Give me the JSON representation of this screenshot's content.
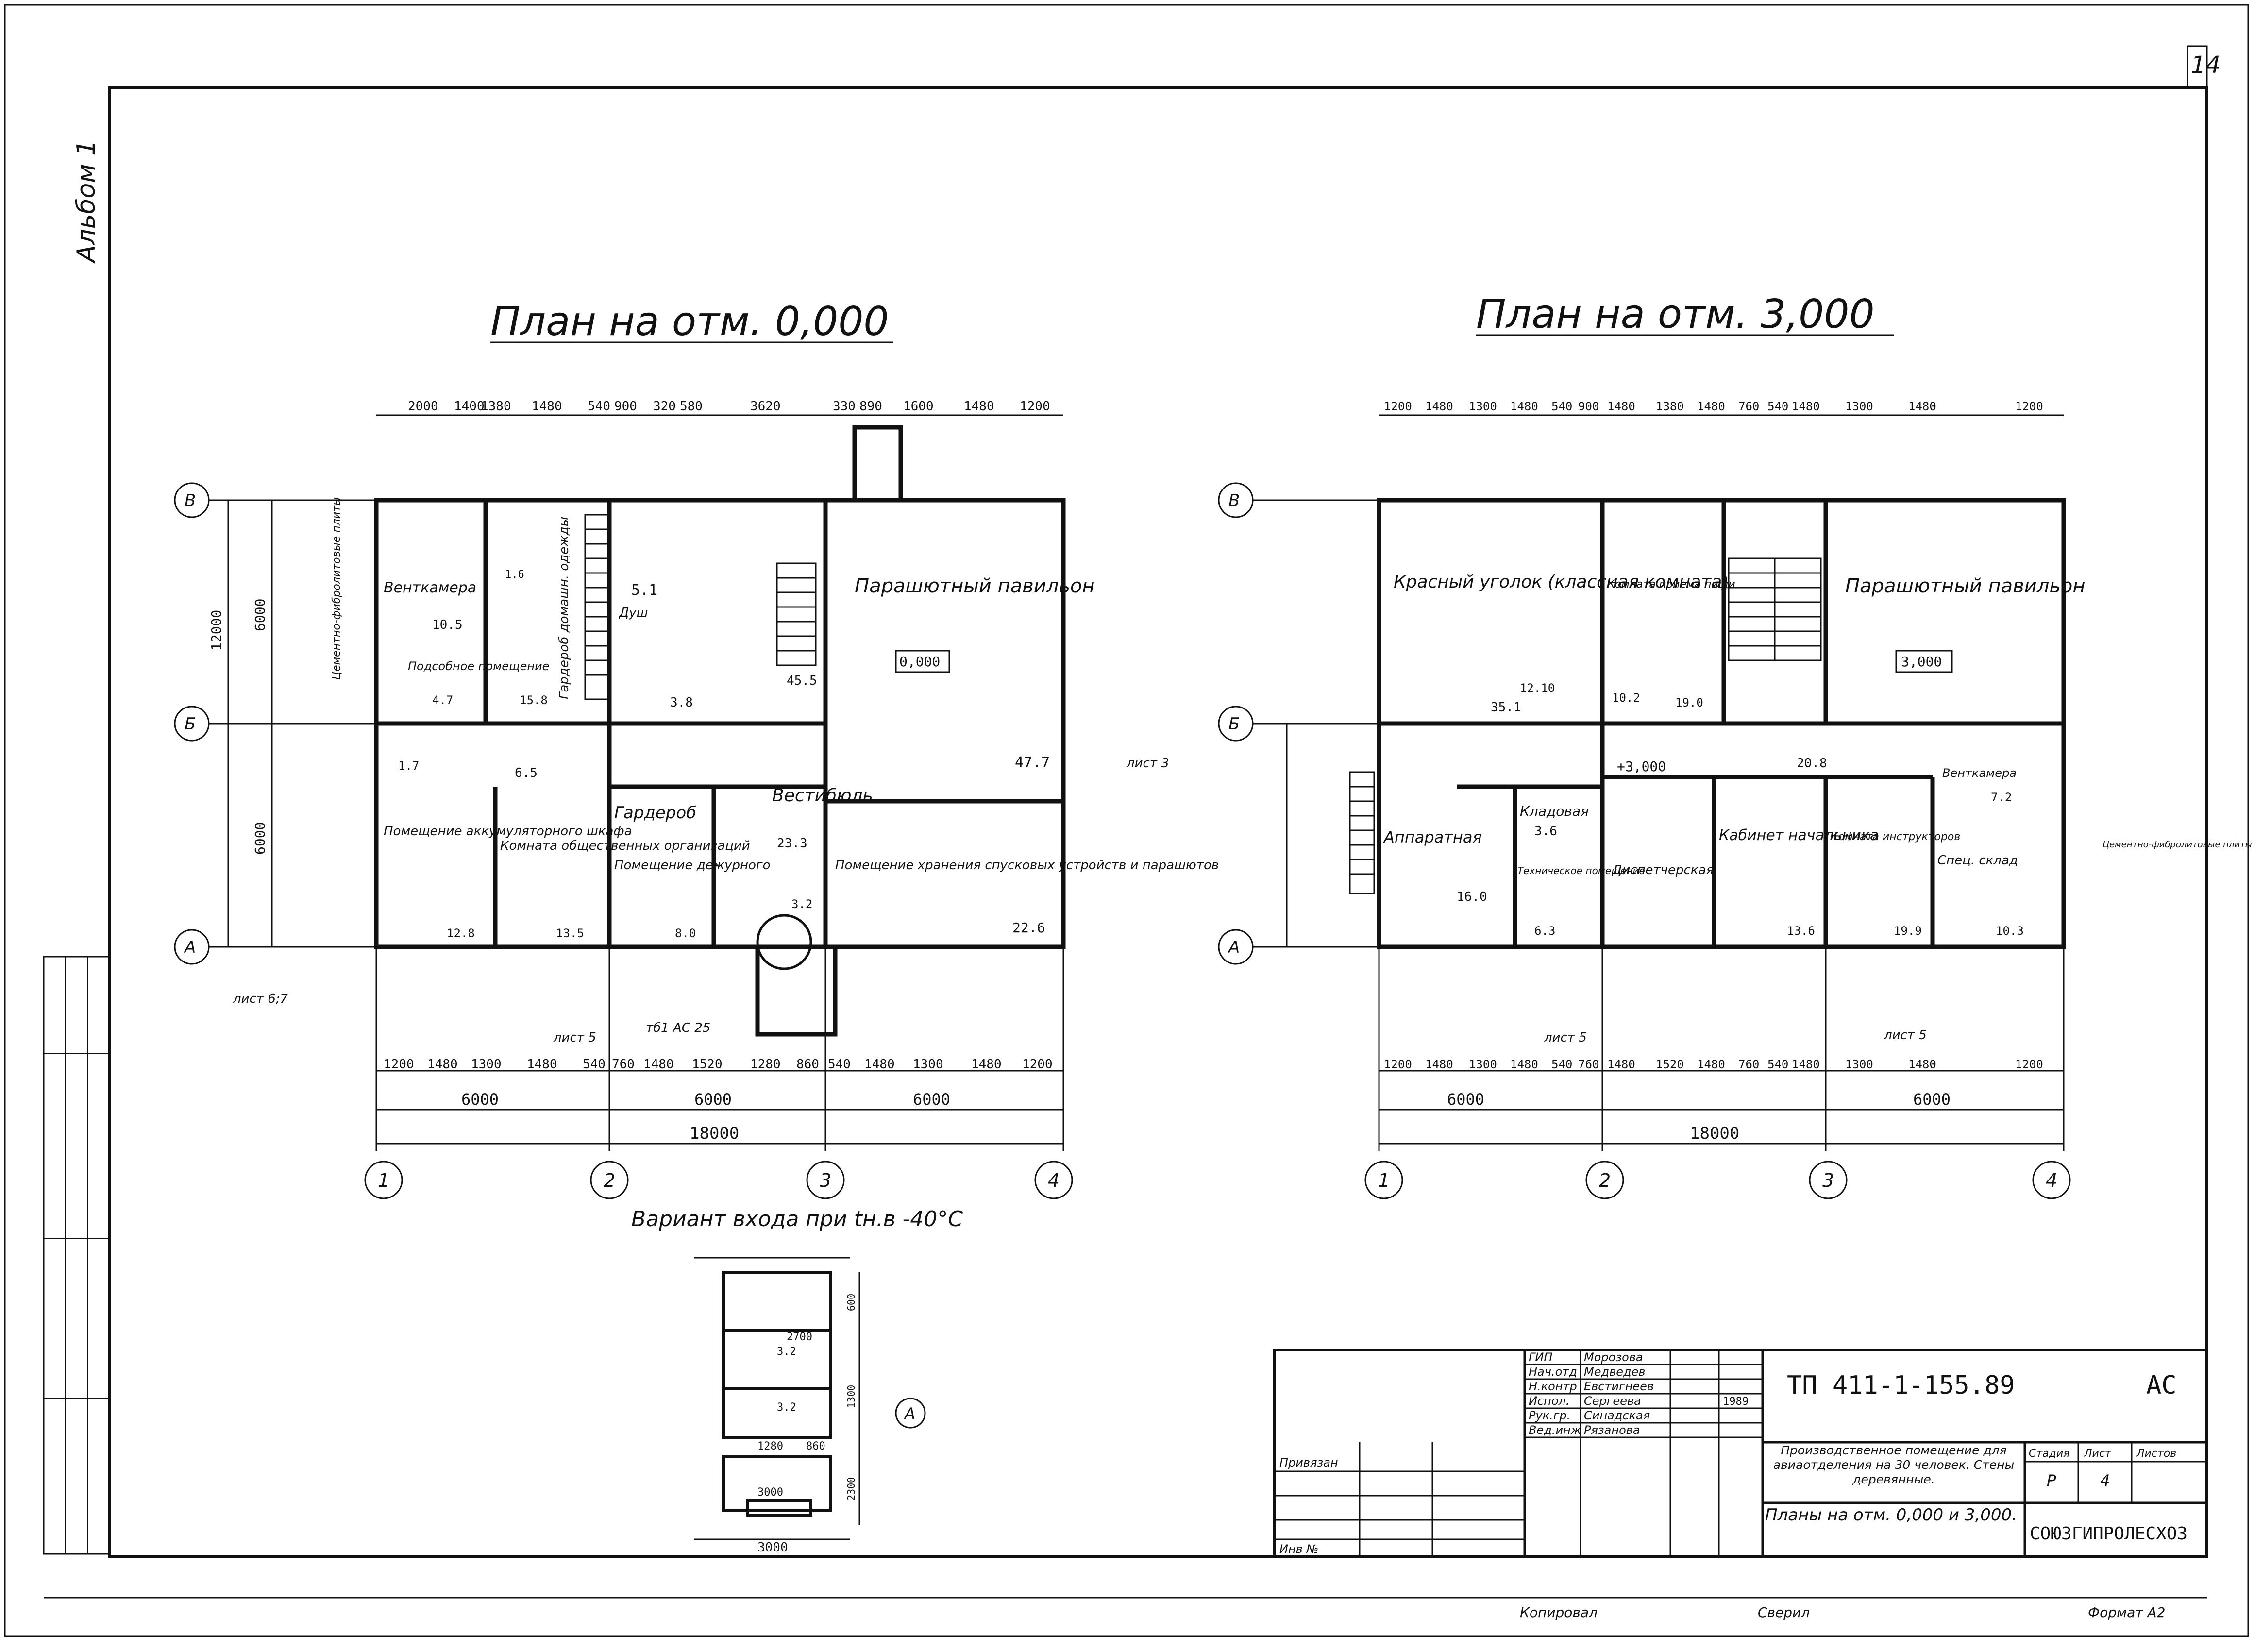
{
  "sheet": {
    "page_number": "14",
    "side_label": "Альбом 1",
    "format_label": "Формат А2",
    "copied_label": "Копировал",
    "checked_label": "Сверил"
  },
  "plan_left": {
    "title": "План на отм. 0,000",
    "rooms": {
      "ventkamera": "Венткамера",
      "cement": "Цементно-фибролитовые плиты",
      "podsobnoe": "Подсобное помещение",
      "garderob_domashney": "Гардероб домашн. одежды",
      "dush": "Душ",
      "parashutny": "Парашютный павильон",
      "vestibul": "Вестибюль",
      "pom_akkum": "Помещение аккумуляторного шкафа",
      "komnata_obsh": "Комната общественных организаций",
      "garderob": "Гардероб",
      "pom_dezhur": "Помещение дежурного",
      "pom_hranenia": "Помещение хранения спусковых устройств и парашютов"
    },
    "areas": [
      "10.5",
      "5.1",
      "45.5",
      "47.7",
      "6.5",
      "3.8",
      "15.8",
      "4.7",
      "1.7",
      "12.8",
      "13.5",
      "8.0",
      "23.3",
      "22.6",
      "3.2",
      "1.6"
    ],
    "level_mark": "0,000",
    "dims_top": [
      "2000",
      "1400",
      "1380",
      "1480",
      "540",
      "900",
      "320",
      "580",
      "3620",
      "330",
      "890",
      "1600",
      "1480",
      "1200"
    ],
    "dims_bottom": [
      "1200",
      "1480",
      "1300",
      "1480",
      "540",
      "760",
      "1480",
      "1520",
      "1280",
      "860",
      "540",
      "1480",
      "1300",
      "1480",
      "1200"
    ],
    "dims_bays": [
      "6000",
      "6000",
      "6000"
    ],
    "dim_total": "18000",
    "dims_left": [
      "12000",
      "6000",
      "6000"
    ],
    "axes_x": [
      "1",
      "2",
      "3",
      "4"
    ],
    "axes_y": [
      "В",
      "Б",
      "А"
    ],
    "refs": [
      "лист 6;7",
      "лист 5",
      "лист 3",
      "тб1 АС 25"
    ]
  },
  "plan_right": {
    "title": "План на отм. 3,000",
    "rooms": {
      "krasny": "Красный уголок (классная комната)",
      "komnata_priema": "Комната приема пищи",
      "parashutny": "Парашютный павильон",
      "apparatnaya": "Аппаратная",
      "kladovaya": "Кладовая",
      "tehnich": "Техническое помещение",
      "dispetch": "Диспетчерская",
      "kabinet": "Кабинет начальника",
      "komnata_instr": "Комната инструкторов",
      "spec": "Спец. склад",
      "ventkamera": "Венткамера"
    },
    "areas": [
      "35.1",
      "12.10",
      "10.2",
      "19.0",
      "20.8",
      "3.6",
      "16.0",
      "6.3",
      "13.6",
      "19.9",
      "10.3",
      "7.2"
    ],
    "level_mark": "+3,000",
    "level_mark_2": "3,000",
    "dims_top": [
      "1200",
      "1480",
      "1300",
      "1480",
      "540",
      "900",
      "1480",
      "1380",
      "1480",
      "760",
      "540",
      "1480",
      "1300",
      "1480",
      "1200"
    ],
    "dims_bottom": [
      "1200",
      "1480",
      "1300",
      "1480",
      "540",
      "760",
      "1480",
      "1520",
      "1480",
      "760",
      "540",
      "1480",
      "1300",
      "1480",
      "1200"
    ],
    "dims_bays": [
      "6000",
      "6000"
    ],
    "dim_total": "18000",
    "axes_x": [
      "1",
      "2",
      "3",
      "4"
    ],
    "axes_y": [
      "В",
      "Б",
      "А"
    ],
    "refs": [
      "лист 5",
      "лист 5",
      "Цементно-фибролитовые плиты"
    ]
  },
  "variant": {
    "title": "Вариант входа при tн.в -40°С",
    "dims": [
      "2700",
      "1280",
      "860",
      "3000",
      "3000",
      "2300",
      "1300",
      "600"
    ],
    "areas": [
      "3.2",
      "3.2"
    ],
    "axis": "А"
  },
  "title_block": {
    "code": "ТП 411-1-155.89",
    "mark": "АС",
    "roles": [
      "ГИП",
      "Нач.отд",
      "Н.контр",
      "Испол.",
      "Рук.гр.",
      "Вед.инж"
    ],
    "names": [
      "Морозова",
      "Медведев",
      "Евстигнеев",
      "Сергеева",
      "Синадская",
      "Рязанова"
    ],
    "date": "1989",
    "project_desc": "Производственное помещение для авиаотделения на 30 человек. Стены деревянные.",
    "stage_label": "Стадия",
    "sheet_label": "Лист",
    "sheets_label": "Листов",
    "stage": "Р",
    "sheet": "4",
    "sheet_title": "Планы на отм. 0,000 и 3,000.",
    "org": "СОЮЗГИПРОЛЕСХОЗ",
    "privyazan": "Привязан",
    "inv": "Инв №"
  }
}
